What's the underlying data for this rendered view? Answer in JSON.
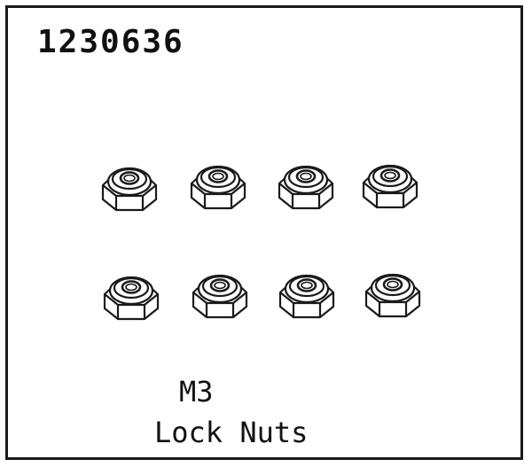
{
  "part": {
    "number": "1230636"
  },
  "product": {
    "size": "M3",
    "name": "Lock Nuts"
  },
  "illustration": {
    "icon": "lock-nut-icon",
    "quantity": 8,
    "rows": 2,
    "columns": 4,
    "line_color": "#1a1a1a"
  }
}
